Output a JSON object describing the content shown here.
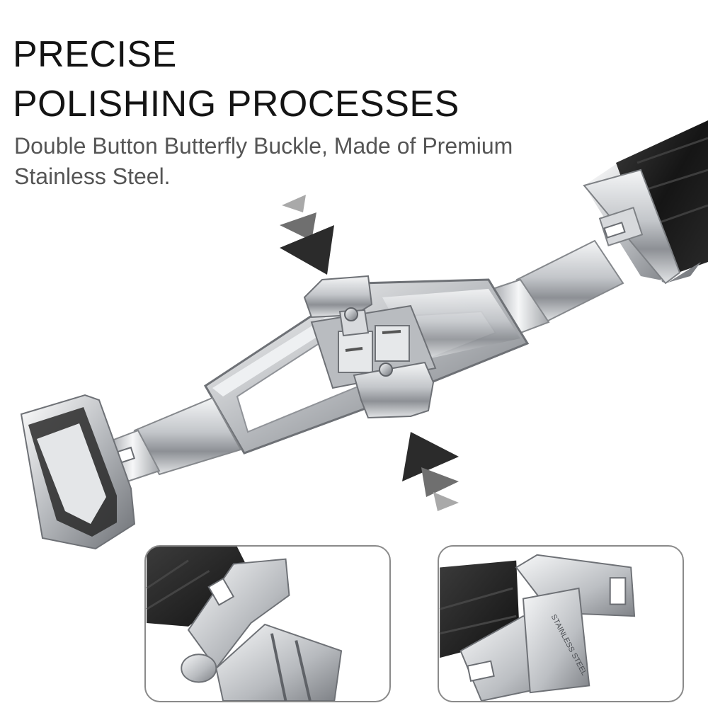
{
  "hero": {
    "title_lines": [
      "PRECISE",
      "POLISHING PROCESSES"
    ],
    "subtitle": "Double Button Butterfly Buckle, Made of Premium Stainless Steel."
  },
  "insets": {
    "right_engraving": "STAINLESS STEEL"
  },
  "colors": {
    "title": "#141414",
    "subtitle": "#555555",
    "arrow_dark": "#2b2b2b",
    "arrow_mid": "#6f6f6f",
    "arrow_light": "#a9a9a9",
    "leather": "#1b1b1b",
    "steel": "#c9ccd0",
    "inset_border": "#8a8a8a"
  }
}
